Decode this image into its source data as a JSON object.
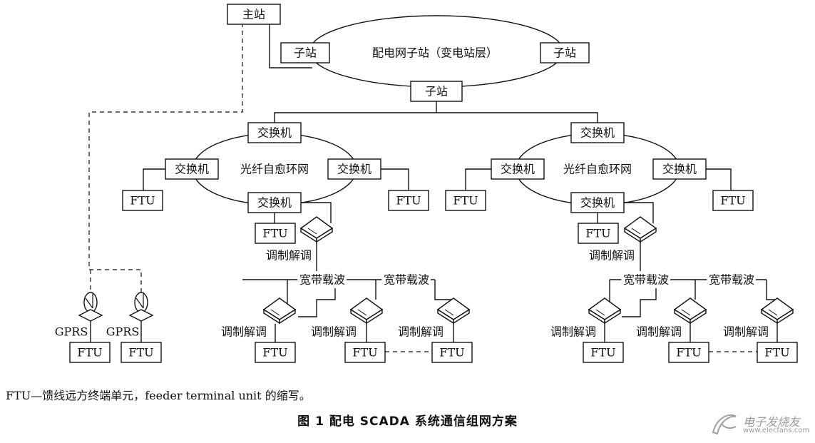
{
  "labels": {
    "master_station": "主站",
    "substation": "子站",
    "substation_ring": "配电网子站（变电站层）",
    "switch": "交换机",
    "fiber_ring": "光纤自愈环网",
    "ftu": "FTU",
    "modem": "调制解调",
    "broadband_carrier": "宽带载波",
    "gprs": "GPRS"
  },
  "caption": {
    "note": "FTU—馈线远方终端单元，feeder terminal unit 的缩写。",
    "title": "图 1   配电 SCADA 系统通信组网方案"
  },
  "watermark": {
    "text": "电子发烧友",
    "url": "www.elecfans.com"
  }
}
